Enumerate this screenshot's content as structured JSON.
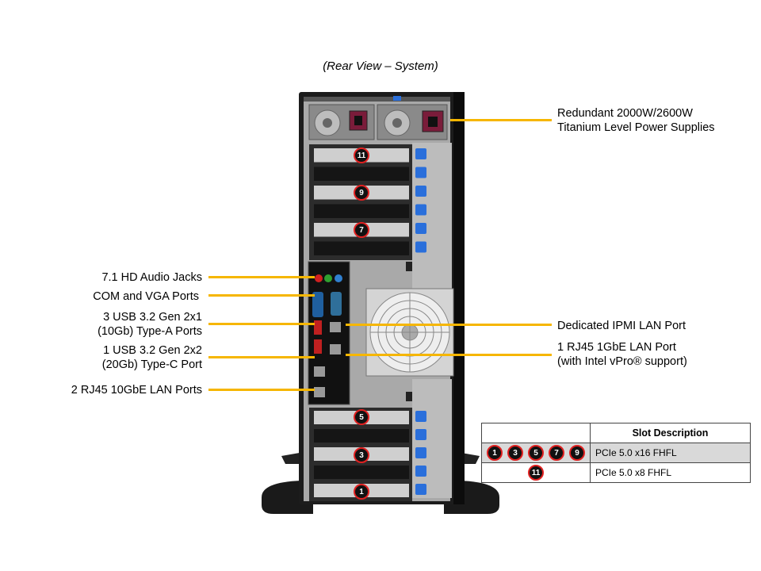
{
  "caption": "(Rear View – System)",
  "labels_right": {
    "power": [
      "Redundant 2000W/2600W",
      "Titanium Level Power Supplies"
    ],
    "ipmi": [
      "Dedicated IPMI LAN Port"
    ],
    "rj45_1g": [
      "1 RJ45 1GbE LAN Port",
      "(with Intel vPro® support)"
    ]
  },
  "labels_left": {
    "audio": [
      "7.1 HD Audio Jacks"
    ],
    "com_vga": [
      "COM and VGA Ports"
    ],
    "usb_a": [
      "3 USB 3.2 Gen 2x1",
      "(10Gb) Type-A Ports"
    ],
    "usb_c": [
      "1 USB 3.2 Gen 2x2",
      "(20Gb) Type-C Port"
    ],
    "lan10g": [
      "2 RJ45 10GbE LAN Ports"
    ]
  },
  "slot_numbers": {
    "upper": [
      "11",
      "9",
      "7"
    ],
    "lower": [
      "5",
      "3",
      "1"
    ]
  },
  "table": {
    "header": "Slot Description",
    "rows": [
      {
        "slots": [
          "1",
          "3",
          "5",
          "7",
          "9"
        ],
        "description": "PCIe 5.0 x16 FHFL"
      },
      {
        "slots": [
          "11"
        ],
        "description": "PCIe 5.0 x8 FHFL"
      }
    ]
  },
  "colors": {
    "leader": "#f6b600",
    "badge_ring": "#e02020",
    "bracket_blue": "#2a6fdb"
  }
}
